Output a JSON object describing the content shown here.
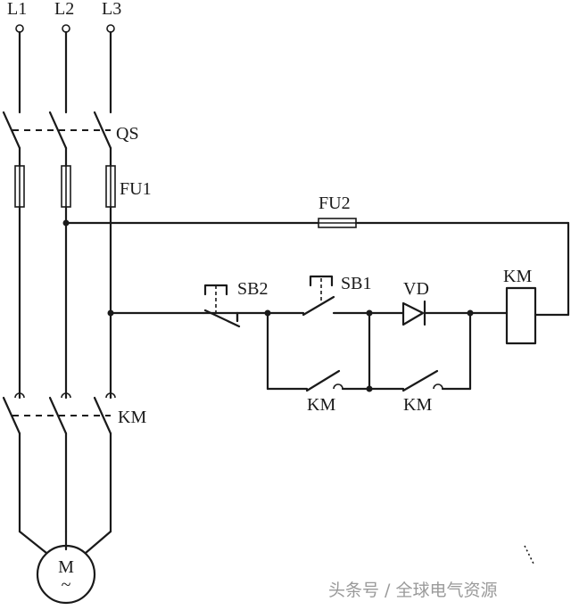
{
  "terminals": [
    "L1",
    "L2",
    "L3"
  ],
  "labels": {
    "qs": "QS",
    "fu1": "FU1",
    "fu2": "FU2",
    "sb2": "SB2",
    "sb1": "SB1",
    "vd": "VD",
    "coil": "KM",
    "km_contact_1": "KM",
    "km_contact_2": "KM",
    "km_main": "KM",
    "motor": "M",
    "motor_sym": "~"
  },
  "watermark": "头条号 / 全球电气资源"
}
